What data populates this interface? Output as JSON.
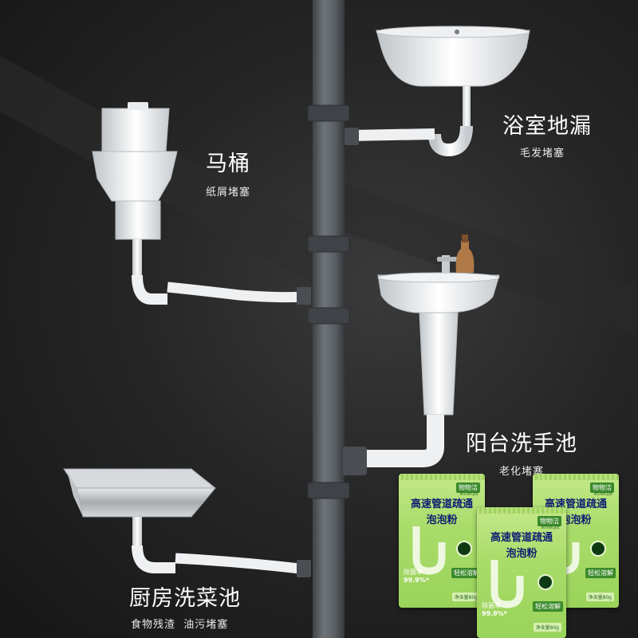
{
  "labels": {
    "toilet_title": "马桶",
    "toilet_sub": "纸屑堵塞",
    "bath_title": "浴室地漏",
    "bath_sub": "毛发堵塞",
    "balcony_title": "阳台洗手池",
    "balcony_sub": "老化堵塞",
    "kitchen_title": "厨房洗菜池",
    "kitchen_sub": "食物残渣  油污堵塞"
  },
  "product": {
    "brand": "物物洁",
    "brand_sub": "WUWUJIE",
    "title_line1": "高速管道疏通",
    "title_line2": "泡泡粉",
    "rate_label": "除菌率",
    "rate_value": "99.9%*",
    "feature": "轻松溶解",
    "net_weight": "净含量80g"
  },
  "colors": {
    "background": "#1f1f1f",
    "pipe": "#5c6166",
    "package_green": "#a9dc6a",
    "package_text": "#0d1e72"
  }
}
